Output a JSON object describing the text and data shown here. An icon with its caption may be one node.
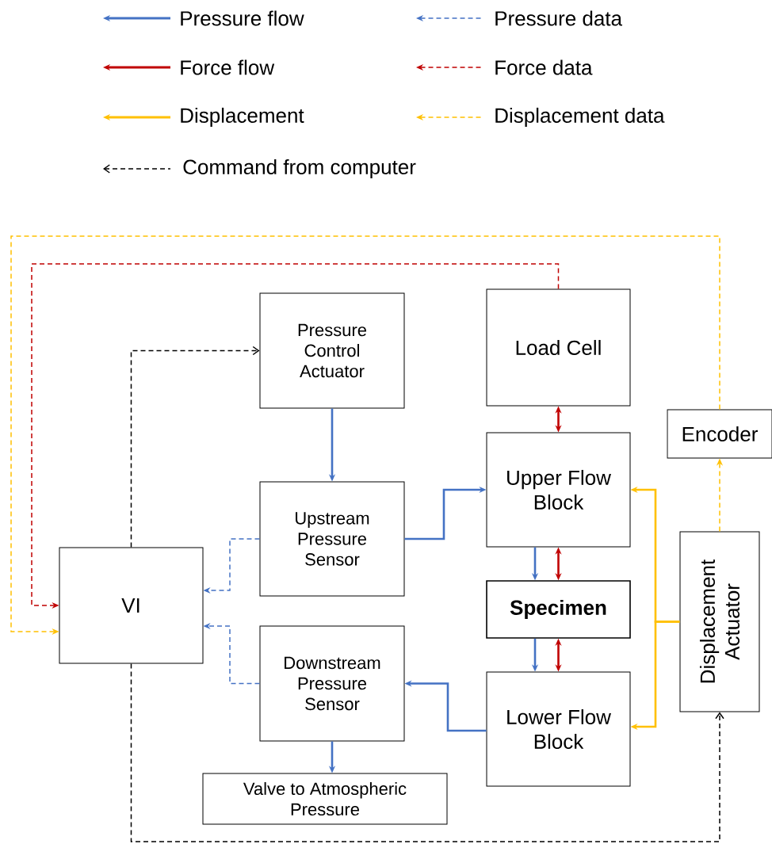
{
  "diagram": {
    "nodes": [
      {
        "text": [
          "Pressure Control Actuator"
        ]
      },
      {
        "text": [
          "Load Cell"
        ]
      },
      {
        "text": [
          "Encoder"
        ]
      },
      {
        "text": [
          "Upstream Pressure Sensor"
        ]
      },
      {
        "text": [
          "Upper Flow Block"
        ]
      },
      {
        "text": [
          "VI"
        ]
      },
      {
        "text": [
          "Displacement Actuator"
        ]
      },
      {
        "text": [
          "Specimen"
        ]
      },
      {
        "text": [
          "Downstream Pressure Sensor"
        ]
      },
      {
        "text": [
          "Lower Flow Block"
        ]
      },
      {
        "text": [
          "Valve to Atmospheric Pressure"
        ]
      }
    ],
    "edges": [
      {
        "from": 5,
        "to": 0,
        "arrow": "to",
        "style": "dashed",
        "color": "#000000"
      },
      {
        "from": 0,
        "to": 3,
        "arrow": "to"
      },
      {
        "from": 3,
        "to": 4,
        "arrow": "to"
      },
      {
        "from": 3,
        "to": 5,
        "arrow": "to",
        "style": "dashed"
      },
      {
        "from": 8,
        "to": 5,
        "arrow": "to",
        "style": "dashed"
      },
      {
        "from": 9,
        "to": 8,
        "arrow": "to"
      },
      {
        "from": 8,
        "to": 10,
        "arrow": "to"
      },
      {
        "from": 4,
        "to": 7,
        "arrow": "to"
      },
      {
        "from": 7,
        "to": 9,
        "arrow": "to"
      },
      {
        "from": 1,
        "to": 4,
        "arrow": "both",
        "color": "#c00000"
      },
      {
        "from": 4,
        "to": 7,
        "arrow": "both",
        "color": "#c00000"
      },
      {
        "from": 7,
        "to": 9,
        "arrow": "both",
        "color": "#c00000"
      },
      {
        "from": 1,
        "to": 5,
        "arrow": "to",
        "style": "dashed",
        "color": "#c00000"
      },
      {
        "from": 2,
        "to": 5,
        "arrow": "to",
        "style": "dashed",
        "color": "#ffc000"
      },
      {
        "from": 6,
        "to": 2,
        "arrow": "to",
        "style": "dashed",
        "color": "#ffc000"
      },
      {
        "from": 6,
        "to": 4,
        "arrow": "to",
        "color": "#ffc000"
      },
      {
        "from": 6,
        "to": 9,
        "arrow": "to",
        "color": "#ffc000"
      },
      {
        "from": 5,
        "to": 6,
        "arrow": "to",
        "style": "dashed",
        "color": "#000000"
      }
    ],
    "legend": [
      {
        "text": "Pressure flow"
      },
      {
        "text": "Pressure data"
      },
      {
        "text": "Force flow"
      },
      {
        "text": "Force data"
      },
      {
        "text": "Displacement"
      },
      {
        "text": "Displacement data"
      },
      {
        "text": "Command from computer"
      }
    ]
  }
}
